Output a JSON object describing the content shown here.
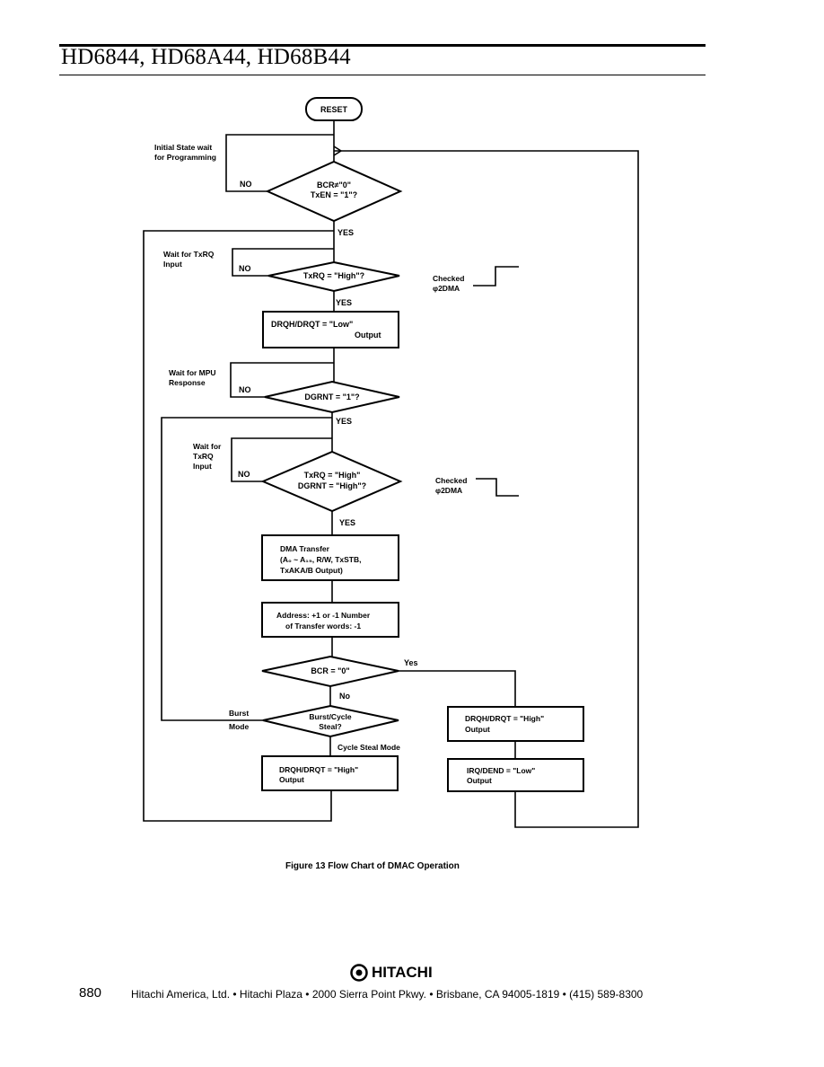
{
  "header": {
    "title": "HD6844, HD68A44, HD68B44"
  },
  "flowchart": {
    "reset": "RESET",
    "initial_wait": [
      "Initial State wait",
      "for Programming"
    ],
    "d1": {
      "line1": "BCR≠\"0\"",
      "line2": "TxEN = \"1\"?"
    },
    "d1_no": "NO",
    "d1_yes": "YES",
    "wait_txrq": [
      "Wait for TxRQ",
      "Input"
    ],
    "d2": "TxRQ = \"High\"?",
    "d2_no": "NO",
    "d2_yes": "YES",
    "checked1": [
      "Checked",
      "φ2DMA"
    ],
    "box_drqh_low": {
      "line1": "DRQH/DRQT = \"Low\"",
      "line2": "Output"
    },
    "wait_mpu": [
      "Wait for MPU",
      "Response"
    ],
    "d3": "DGRNT = \"1\"?",
    "d3_no": "NO",
    "d3_yes": "YES",
    "wait_txrq2": [
      "Wait for",
      "TxRQ",
      "Input"
    ],
    "d4": {
      "line1": "TxRQ = \"High\"",
      "line2": "DGRNT = \"High\"?"
    },
    "d4_no": "NO",
    "d4_yes": "YES",
    "checked2": [
      "Checked",
      "φ2DMA"
    ],
    "box_dma": [
      "DMA Transfer",
      "(A₀ ~ A₁₅, R/W, TxSTB,",
      "TxAKA/B Output)"
    ],
    "box_addr": [
      "Address: +1 or -1 Number",
      "of Transfer words: -1"
    ],
    "d5": "BCR = \"0\"",
    "d5_yes": "Yes",
    "d5_no": "No",
    "d6": {
      "line1": "Burst/Cycle",
      "line2": "Steal?"
    },
    "burst_mode": [
      "Burst",
      "Mode"
    ],
    "cycle_steal_mode": "Cycle Steal Mode",
    "box_drqh_high_left": {
      "line1": "DRQH/DRQT = \"High\"",
      "line2": "Output"
    },
    "box_drqh_high_right": {
      "line1": "DRQH/DRQT = \"High\"",
      "line2": "Output"
    },
    "box_irq": {
      "line1": "IRQ/DEND = \"Low\"",
      "line2": "Output"
    },
    "caption": "Figure 13  Flow Chart of DMAC Operation"
  },
  "footer": {
    "brand": "HITACHI",
    "page_number": "880",
    "address": "Hitachi America, Ltd. • Hitachi Plaza • 2000 Sierra Point Pkwy. • Brisbane, CA 94005-1819 • (415) 589-8300"
  }
}
